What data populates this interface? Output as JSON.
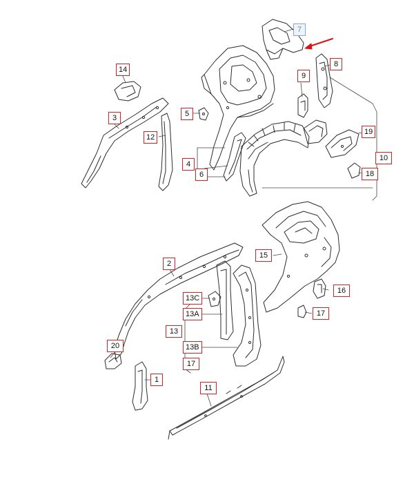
{
  "diagram": {
    "labels": [
      "7",
      "8",
      "9",
      "14",
      "5",
      "3",
      "12",
      "4",
      "6",
      "19",
      "10",
      "18",
      "15",
      "2",
      "16",
      "13C",
      "17",
      "13A",
      "13",
      "20",
      "13B",
      "17",
      "11",
      "1"
    ],
    "highlighted_label": "7",
    "colors": {
      "label_border": "#d42323",
      "highlight_border": "#8aa6c9",
      "arrow": "#e01010",
      "line_art": "#2b2b2b"
    }
  }
}
